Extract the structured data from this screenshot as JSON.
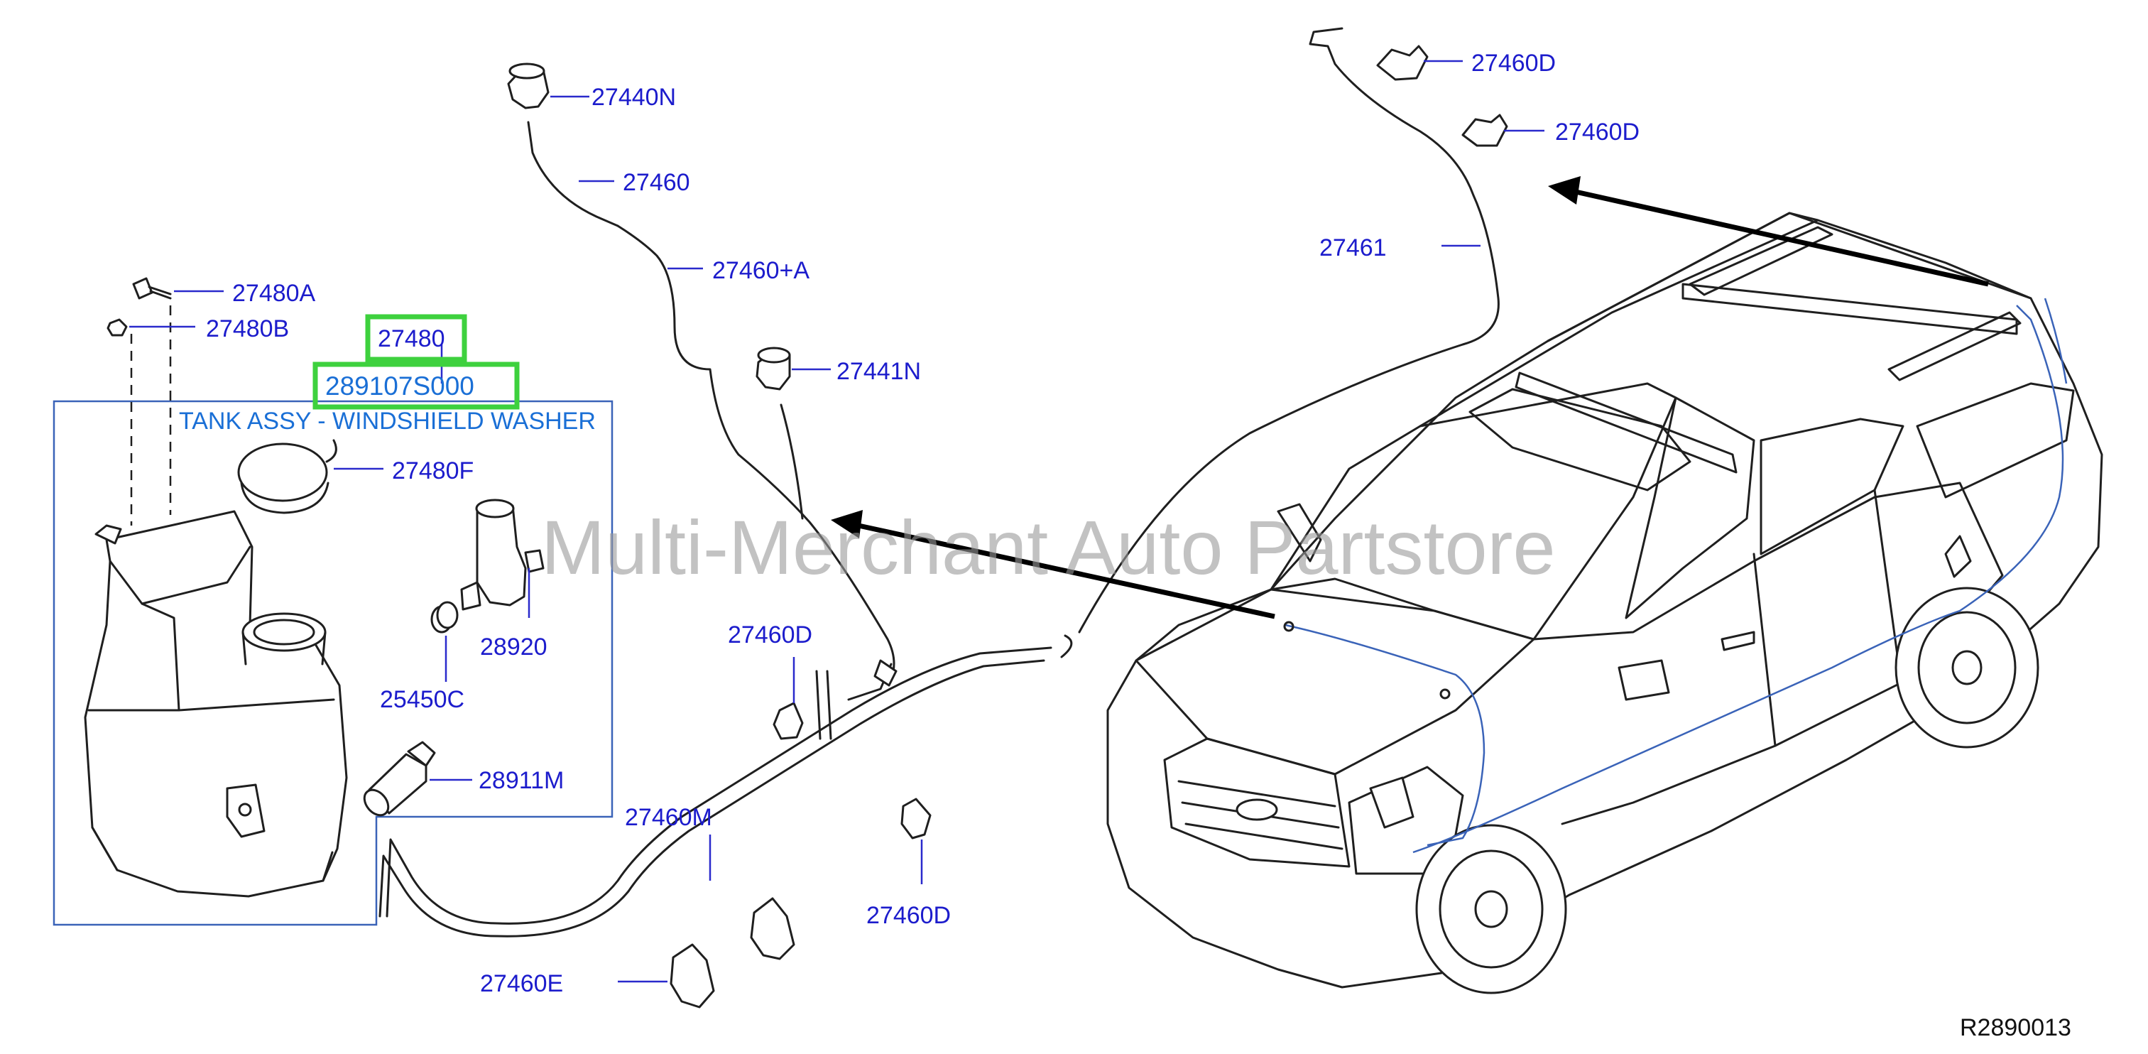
{
  "watermark": "Multi-Merchant Auto Partstore",
  "diagram_code": "R2890013",
  "assembly": {
    "part": "27480",
    "alt_part": "289107S000",
    "name": "TANK ASSY - WINDSHIELD WASHER"
  },
  "callouts": [
    {
      "id": "27440N"
    },
    {
      "id": "27460"
    },
    {
      "id": "27460+A"
    },
    {
      "id": "27441N"
    },
    {
      "id": "27480A"
    },
    {
      "id": "27480B"
    },
    {
      "id": "27480F"
    },
    {
      "id": "28920"
    },
    {
      "id": "25450C"
    },
    {
      "id": "28911M"
    },
    {
      "id": "27460D"
    },
    {
      "id": "27460D"
    },
    {
      "id": "27460D"
    },
    {
      "id": "27460D"
    },
    {
      "id": "27461"
    },
    {
      "id": "27460M"
    },
    {
      "id": "27460E"
    }
  ],
  "colors": {
    "label": "#1c1ccc",
    "assembly_label": "#1a6fd6",
    "highlight": "#3ed13e",
    "watermark": "#9a9a9a",
    "line": "#1f1f1f",
    "frame": "#3a63b8"
  }
}
